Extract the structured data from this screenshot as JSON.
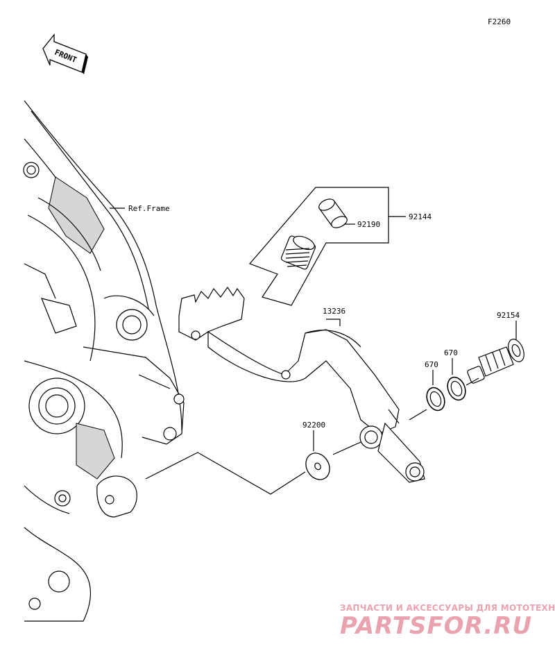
{
  "figure_code": "F2260",
  "front_arrow_label": "FRONT",
  "callouts": {
    "ref_frame": "Ref.Frame",
    "p92144": "92144",
    "p92190": "92190",
    "p13236": "13236",
    "p92154": "92154",
    "p670a": "670",
    "p670b": "670",
    "p92200": "92200"
  },
  "watermark": {
    "tagline": "ЗАПЧАСТИ И АКСЕССУАРЫ ДЛЯ МОТОТЕХНИКИ",
    "brand": "PARTSFOR.RU"
  }
}
